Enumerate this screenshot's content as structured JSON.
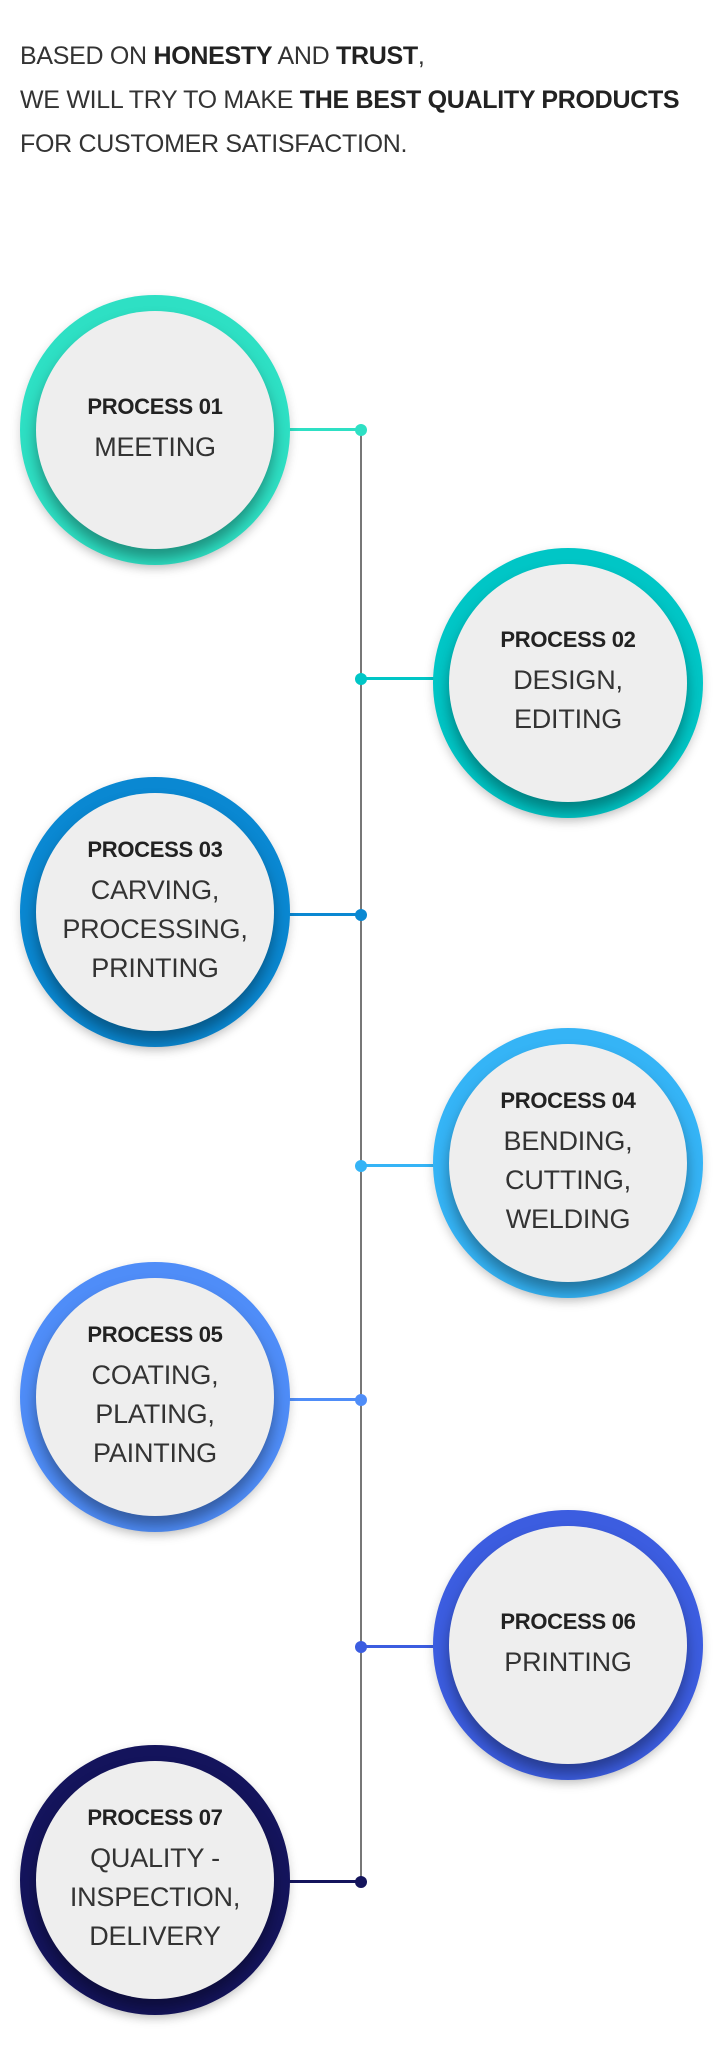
{
  "intro": {
    "line1_a": "BASED ON ",
    "line1_b": "HONESTY",
    "line1_c": " AND ",
    "line1_d": "TRUST",
    "line1_e": ",",
    "line2_a": "WE WILL TRY TO MAKE ",
    "line2_b": "THE BEST QUALITY PRODUCTS",
    "line3": "FOR CUSTOMER SATISFACTION."
  },
  "processes": [
    {
      "title": "PROCESS 01",
      "desc": "MEETING",
      "color": "#2ee0c4"
    },
    {
      "title": "PROCESS 02",
      "desc": "DESIGN,\nEDITING",
      "color": "#00c6c6"
    },
    {
      "title": "PROCESS 03",
      "desc": "CARVING,\nPROCESSING,\nPRINTING",
      "color": "#0a88d2"
    },
    {
      "title": "PROCESS 04",
      "desc": "BENDING,\nCUTTING,\nWELDING",
      "color": "#35b4f6"
    },
    {
      "title": "PROCESS 05",
      "desc": "COATING,\nPLATING,\nPAINTING",
      "color": "#4f8df8"
    },
    {
      "title": "PROCESS 06",
      "desc": "PRINTING",
      "color": "#3c5de0"
    },
    {
      "title": "PROCESS 07",
      "desc": "QUALITY -\nINSPECTION,\nDELIVERY",
      "color": "#14145c"
    }
  ],
  "timeline_color": "#777777"
}
